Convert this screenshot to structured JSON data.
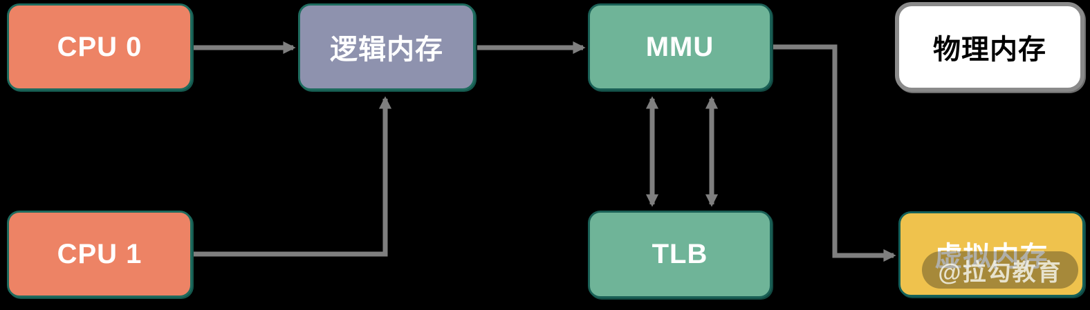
{
  "diagram": {
    "background_color": "#000000",
    "connector_color": "#7F7F7F",
    "nodes": {
      "cpu0": {
        "label": "CPU 0",
        "fill": "#ED8365",
        "border_color": "#1E6B5E",
        "text_color": "#FFFFFF"
      },
      "cpu1": {
        "label": "CPU 1",
        "fill": "#ED8365",
        "border_color": "#1E6B5E",
        "text_color": "#FFFFFF"
      },
      "logical_memory": {
        "label": "逻辑内存",
        "fill": "#8E92AE",
        "border_color": "#1E6B5E",
        "text_color": "#FFFFFF"
      },
      "mmu": {
        "label": "MMU",
        "fill": "#6FB498",
        "border_color": "#1A6056",
        "text_color": "#FFFFFF"
      },
      "tlb": {
        "label": "TLB",
        "fill": "#6FB498",
        "border_color": "#1A6056",
        "text_color": "#FFFFFF"
      },
      "physical_memory": {
        "label": "物理内存",
        "fill": "#FFFFFF",
        "border_color": "#8A8A8A",
        "text_color": "#000000"
      },
      "virtual_memory": {
        "label": "虚拟内存",
        "fill": "#EFC24D",
        "border_color": "#15615A",
        "text_color": "#FFFFFF"
      }
    },
    "edges": [
      {
        "from": "cpu0",
        "to": "logical_memory",
        "direction": "one-way"
      },
      {
        "from": "cpu1",
        "to": "logical_memory",
        "direction": "one-way"
      },
      {
        "from": "logical_memory",
        "to": "mmu",
        "direction": "one-way"
      },
      {
        "from": "mmu",
        "to": "tlb",
        "direction": "two-way"
      },
      {
        "from": "mmu",
        "to": "tlb",
        "direction": "two-way"
      },
      {
        "from": "mmu",
        "to": "virtual_memory",
        "direction": "one-way"
      }
    ],
    "watermark": {
      "text": "@拉勾教育"
    }
  }
}
